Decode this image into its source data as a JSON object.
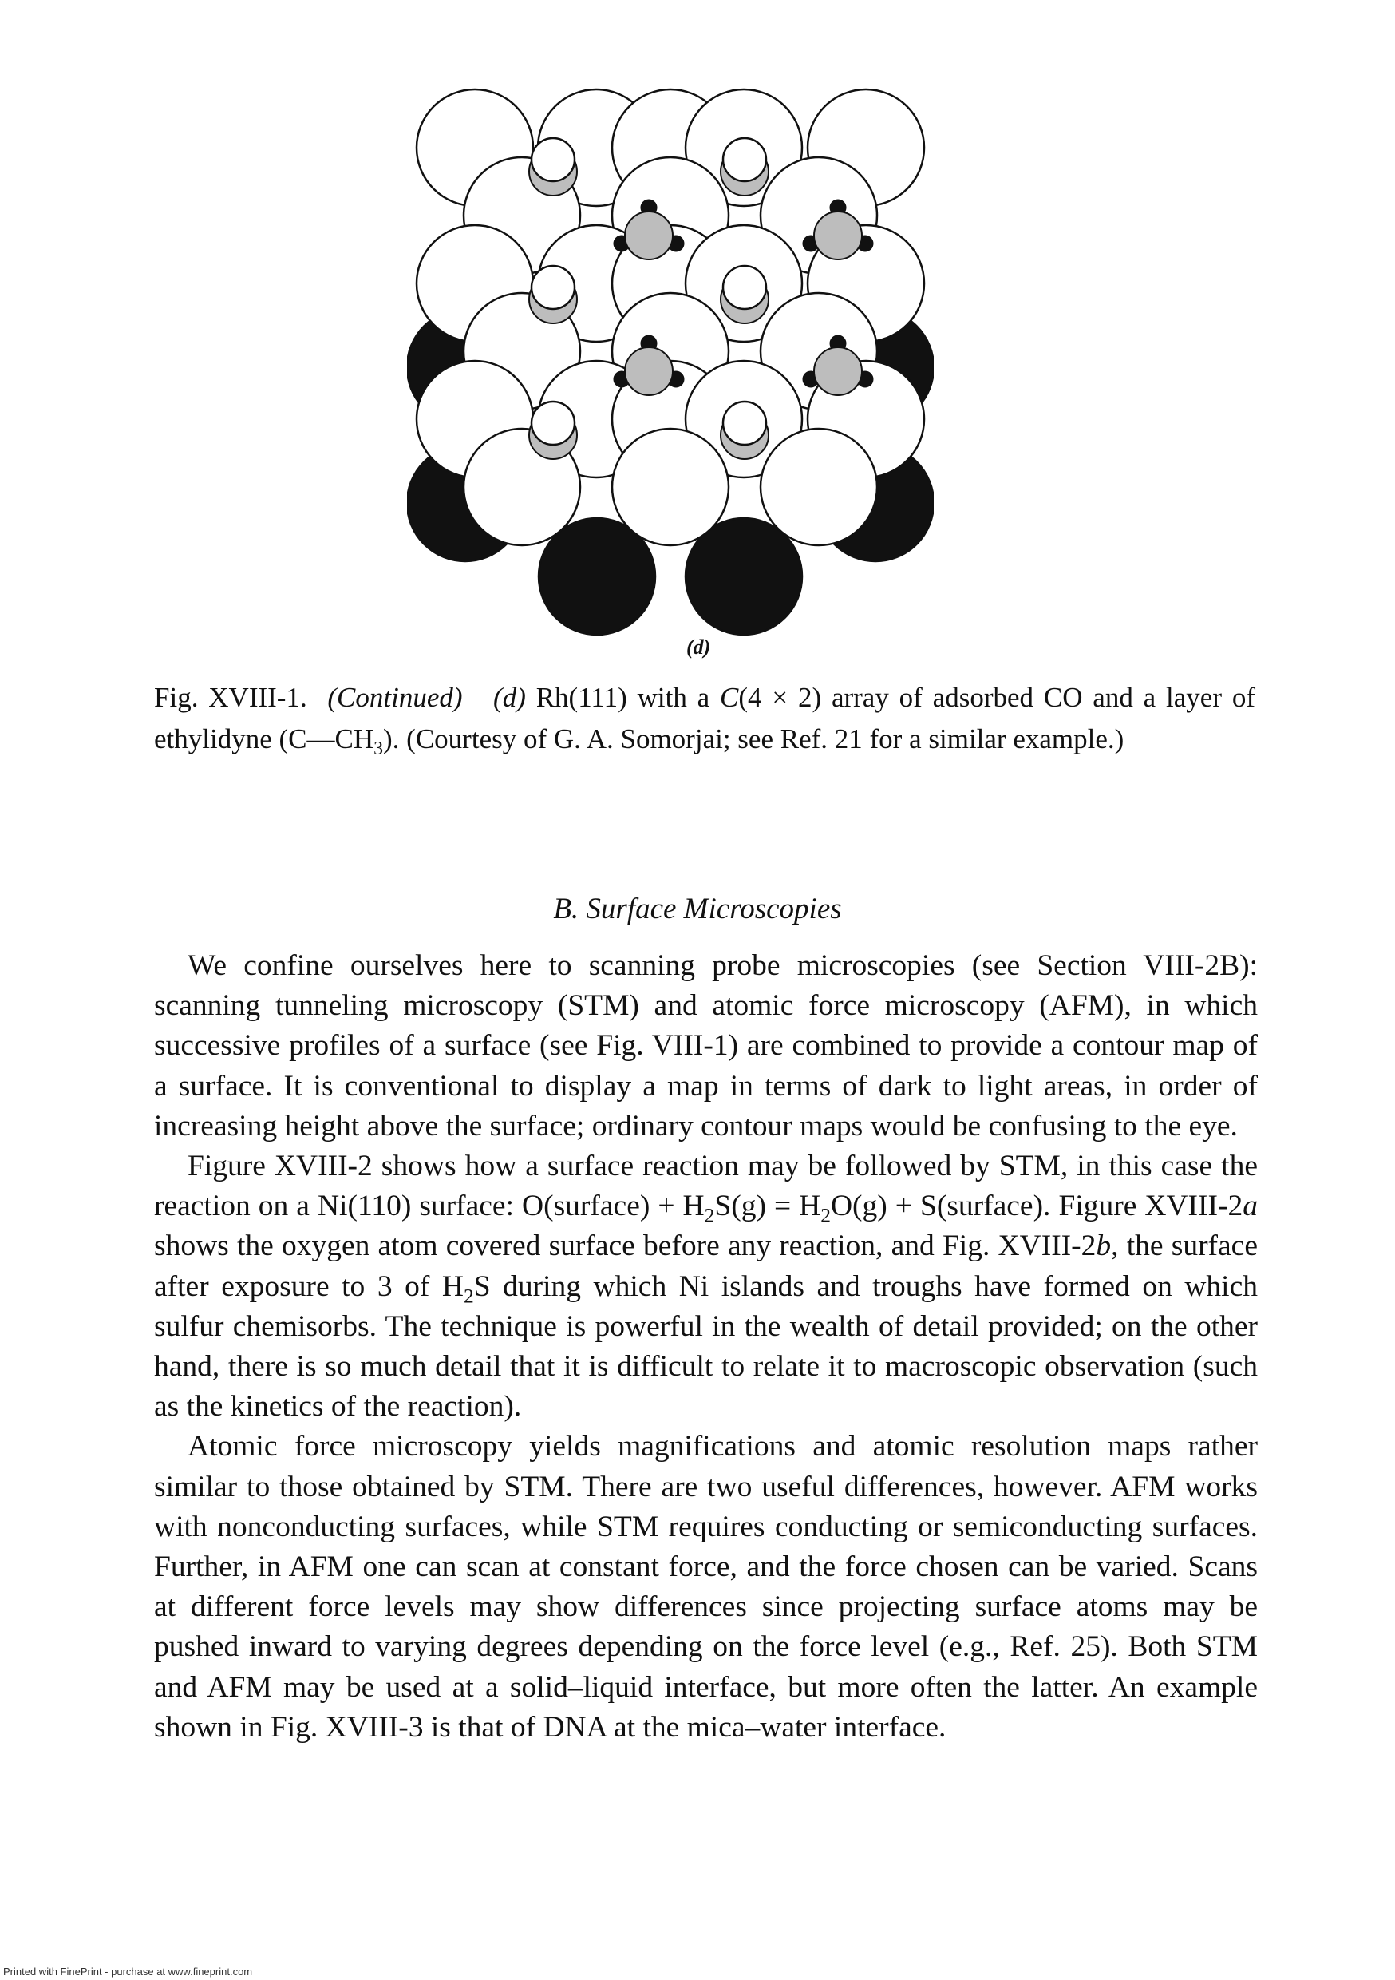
{
  "figure": {
    "panel_label": "(d)"
  },
  "caption": {
    "label": "Fig. XVIII-1.",
    "continued": "(Continued)",
    "panel": "(d)",
    "text_1": " Rh(111) with a ",
    "c_italic": "C",
    "text_2": "(4 × 2) array of adsorbed CO and a layer of ethylidyne (C—CH",
    "sub_3": "3",
    "text_3": "). (Courtesy of G. A. Somorjai; see Ref. 21 for a similar example.)"
  },
  "section": {
    "heading": "B. Surface Microscopies"
  },
  "paragraphs": {
    "p1": "We confine ourselves here to scanning probe microscopies (see Section VIII-2B): scanning tunneling microscopy (STM) and atomic force microscopy (AFM), in which successive profiles of a surface (see Fig. VIII-1) are combined to provide a contour map of a surface. It is conventional to display a map in terms of dark to light areas, in order of increasing height above the surface; ordinary contour maps would be confusing to the eye.",
    "p2": {
      "a": "Figure XVIII-2 shows how a surface reaction may be followed by STM, in this case the reaction on a Ni(110) surface: O(surface) + H",
      "b": "S(g) = H",
      "c": "O(g) + S(surface). Figure XVIII-2",
      "d_it": "a",
      "e": " shows the oxygen atom covered surface before any reaction, and Fig. XVIII-2",
      "f_it": "b",
      "g": ", the surface after exposure to 3 of H",
      "h": "S during which Ni islands and troughs have formed on which sulfur chemisorbs. The technique is powerful in the wealth of detail provided; on the other hand, there is so much detail that it is difficult to relate it to macroscopic observation (such as the kinetics of the reaction).",
      "sub2": "2"
    },
    "p3": "Atomic force microscopy yields magnifications and atomic resolution maps rather similar to those obtained by STM. There are two useful differences, however. AFM works with nonconducting surfaces, while STM requires conducting or semiconducting surfaces. Further, in AFM one can scan at constant force, and the force chosen can be varied. Scans at different force levels may show differences since projecting surface atoms may be pushed inward to varying degrees depending on the force level (e.g., Ref. 25). Both STM and AFM may be used at a solid–liquid interface, but more often the latter. An example shown in Fig. XVIII-3 is that of DNA at the mica–water interface."
  },
  "footer": {
    "text": "Printed with FinePrint - purchase at www.fineprint.com"
  },
  "colors": {
    "atom_fill": "#ffffff",
    "outline": "#111111",
    "dark_atom": "#111111",
    "gray_atom": "#bdbdbd"
  }
}
